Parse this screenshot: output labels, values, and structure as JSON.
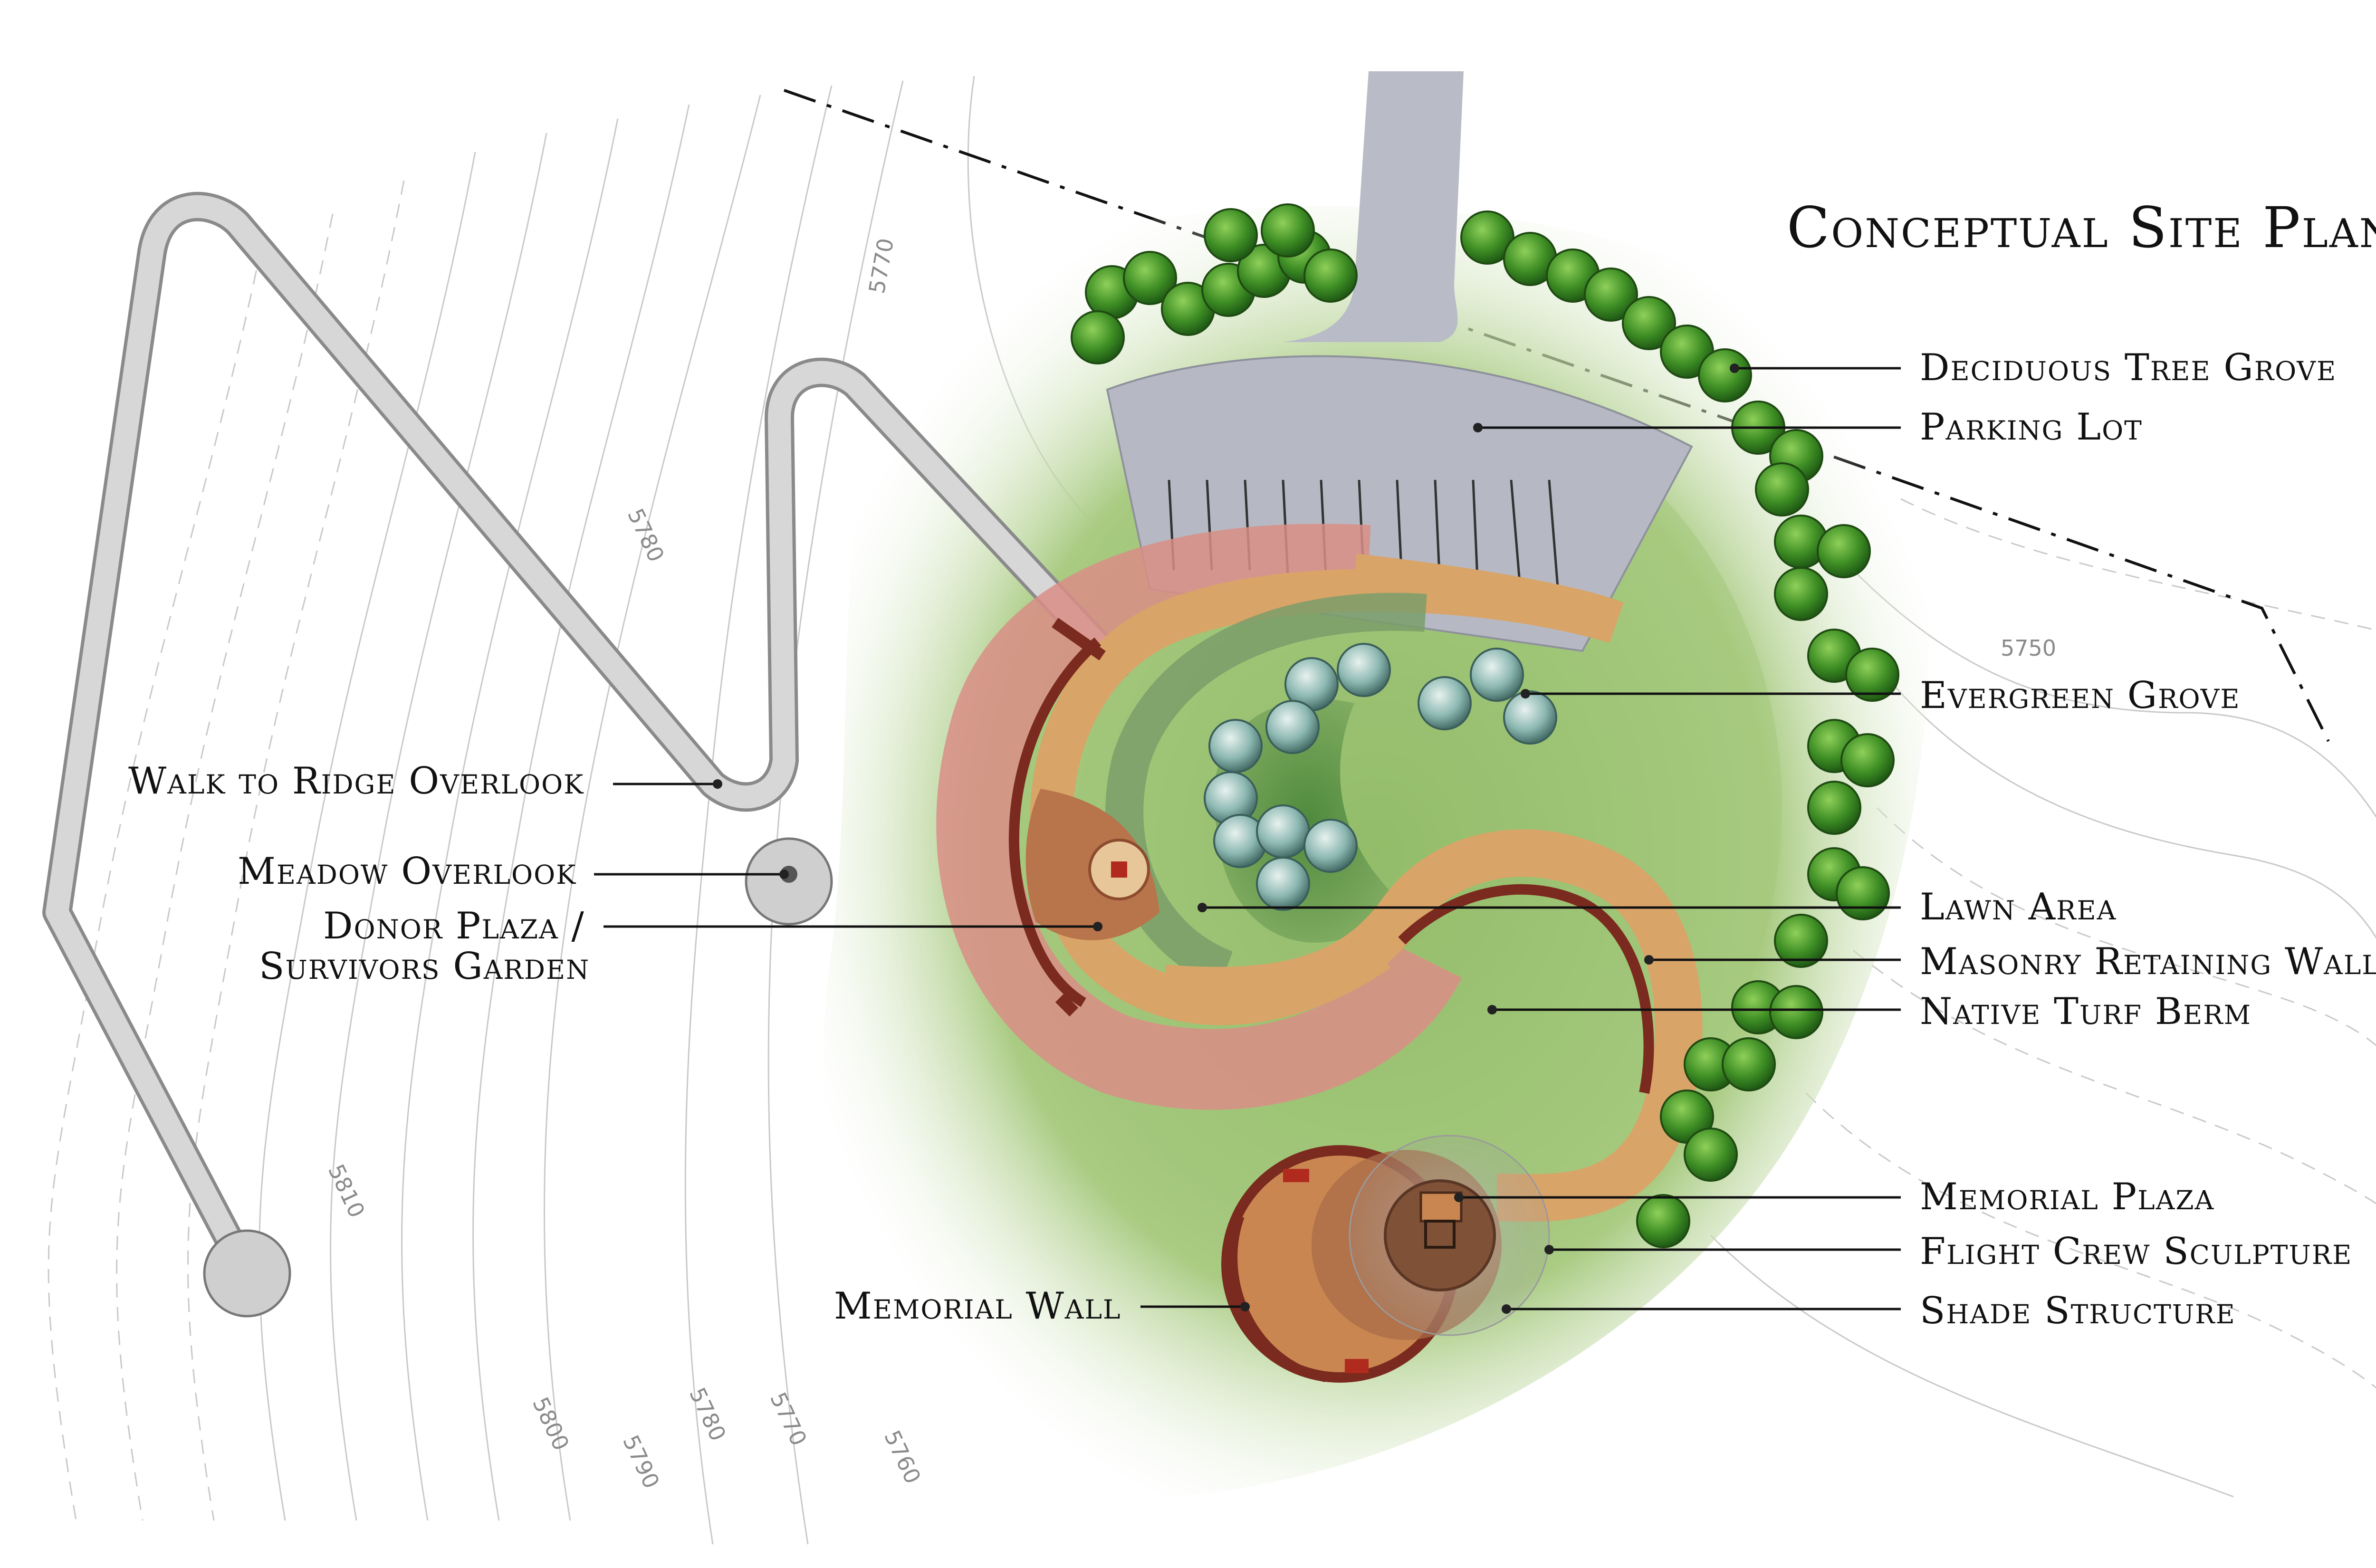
{
  "title": "Conceptual Site Plan",
  "labels": {
    "deciduous_tree_grove": "Deciduous Tree Grove",
    "parking_lot": "Parking Lot",
    "evergreen_grove": "Evergreen Grove",
    "lawn_area": "Lawn Area",
    "masonry_retaining_wall": "Masonry Retaining Wall",
    "native_turf_berm": "Native Turf Berm",
    "memorial_plaza": "Memorial Plaza",
    "flight_crew_sculpture": "Flight Crew Sculpture",
    "shade_structure": "Shade Structure",
    "memorial_wall": "Memorial Wall",
    "walk_to_ridge_overlook": "Walk to Ridge Overlook",
    "meadow_overlook": "Meadow Overlook",
    "donor_plaza_line1": "Donor Plaza /",
    "donor_plaza_line2": "Survivors Garden"
  },
  "contour_labels": {
    "c5770_top": "5770",
    "c5780_top": "5780",
    "c5750": "5750",
    "c5810": "5810",
    "c5800": "5800",
    "c5790": "5790",
    "c5780_bottom": "5780",
    "c5770_bottom": "5770",
    "c5760": "5760"
  },
  "colors": {
    "lawn": "#8fb96a",
    "paving": "#d9a468",
    "wall": "#7a2a1e",
    "parking": "#b9bcc6",
    "path": "#d2d2d2",
    "tree": "#4f8f2f",
    "evergreen": "#8fb8b0"
  }
}
